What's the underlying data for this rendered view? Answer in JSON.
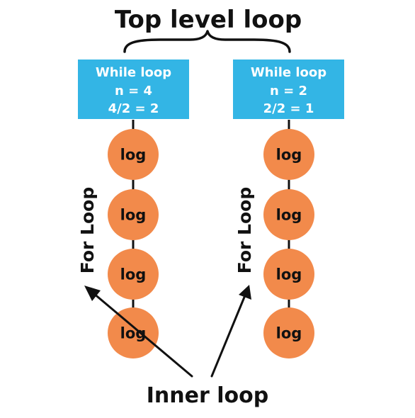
{
  "title": "Top level loop",
  "bottom_label": "Inner loop",
  "colors": {
    "box": "#33b5e5",
    "node": "#f28a4b",
    "text_dark": "#111111",
    "text_light": "#ffffff"
  },
  "columns": [
    {
      "box": {
        "line1": "While loop",
        "line2": "n = 4",
        "line3": "4/2 = 2"
      },
      "side_label": "For Loop",
      "nodes": [
        "log",
        "log",
        "log",
        "log"
      ]
    },
    {
      "box": {
        "line1": "While loop",
        "line2": "n = 2",
        "line3": "2/2 = 1"
      },
      "side_label": "For Loop",
      "nodes": [
        "log",
        "log",
        "log",
        "log"
      ]
    }
  ]
}
